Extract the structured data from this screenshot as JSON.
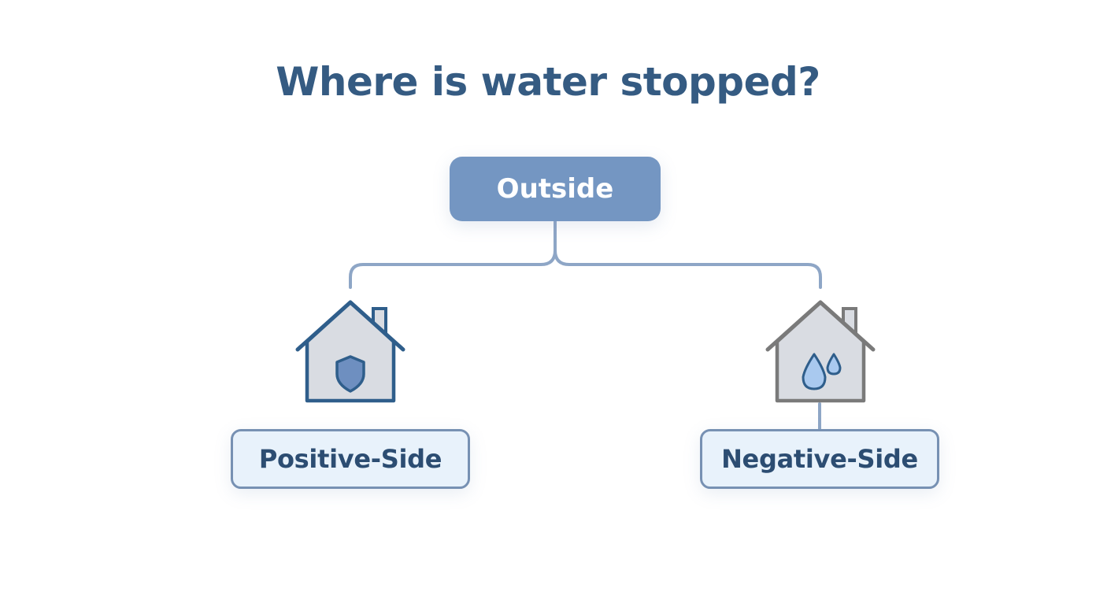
{
  "title": "Where is water stopped?",
  "root": {
    "label": "Outside"
  },
  "branches": [
    {
      "label": "Positive-Side",
      "icon": "house-shield-icon"
    },
    {
      "label": "Negative-Side",
      "icon": "house-water-drops-icon"
    }
  ],
  "colors": {
    "title": "#355b82",
    "root_fill": "#7496c2",
    "root_text": "#ffffff",
    "connector": "#8ea6c6",
    "leaf_fill": "#e8f2fb",
    "leaf_border": "#7791b3",
    "leaf_text": "#2c4d72",
    "house_positive_stroke": "#2f5e8b",
    "house_negative_stroke": "#7a7a7a",
    "house_fill": "#d9dce2",
    "shield_fill": "#6e8fc0",
    "drop_fill": "#a9c9ef"
  }
}
